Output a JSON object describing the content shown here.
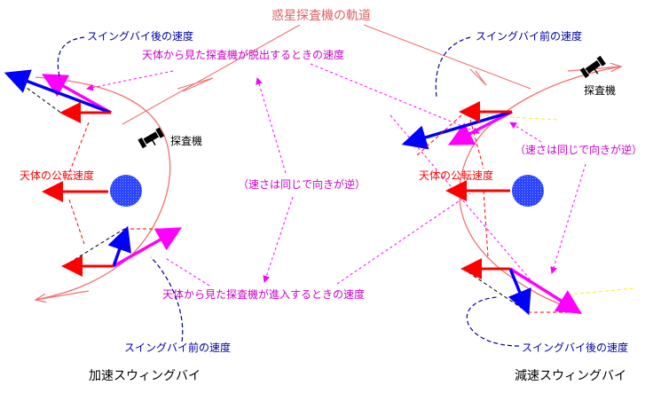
{
  "labels": {
    "orbit_title": "惑星探査機の軌道",
    "after_velocity_left": "スイングバイ後の速度",
    "before_velocity_right": "スイングバイ前の速度",
    "escape_velocity": "天体から見た探査機が脱出するときの速度",
    "probe": "探査機",
    "body_velocity": "天体の公転速度",
    "same_speed": "（速さは同じで向きが逆）",
    "approach_velocity": "天体から見た探査機が進入するときの速度",
    "before_velocity_left": "スイングバイ前の速度",
    "after_velocity_right": "スイングバイ後の速度",
    "accel_title": "加速スウィングバイ",
    "decel_title": "減速スウィングバイ"
  },
  "colors": {
    "orbit": "#f07070",
    "after_vector": "#0000ff",
    "escape_vector": "#ff00ff",
    "body_vector": "#ff0000",
    "planet": "#2244ff",
    "label_blue": "#0000aa",
    "label_magenta": "#cc00cc",
    "label_red": "#ff0000",
    "label_orbit": "#e06060",
    "guide_yellow": "#ffee00"
  },
  "icons": {
    "probe": "satellite-icon",
    "planet": "planet-icon"
  }
}
